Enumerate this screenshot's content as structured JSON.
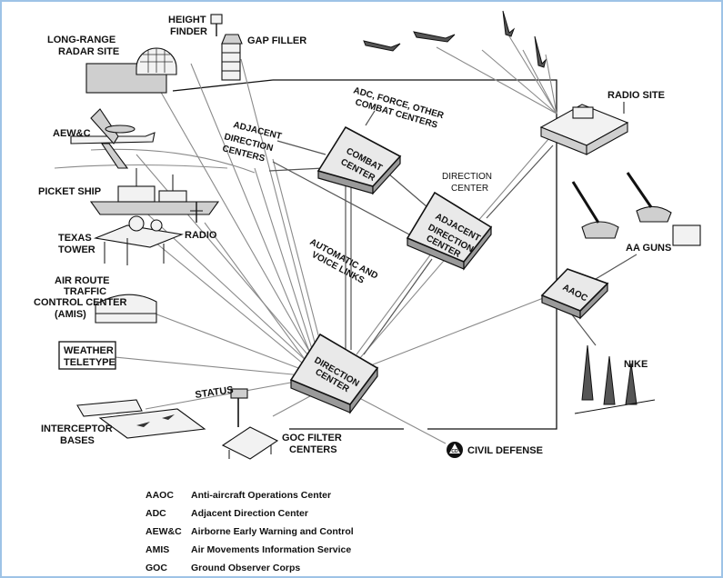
{
  "labels": {
    "long_range_radar_line1": "LONG-RANGE",
    "long_range_radar_line2": "RADAR SITE",
    "height_finder_line1": "HEIGHT",
    "height_finder_line2": "FINDER",
    "gap_filler": "GAP FILLER",
    "aewc": "AEW&C",
    "picket_ship": "PICKET SHIP",
    "texas_tower_line1": "TEXAS",
    "texas_tower_line2": "TOWER",
    "radio": "RADIO",
    "air_route_line1": "AIR ROUTE",
    "air_route_line2": "TRAFFIC",
    "air_route_line3": "CONTROL CENTER",
    "air_route_line4": "(AMIS)",
    "weather_line1": "WEATHER",
    "weather_line2": "TELETYPE",
    "interceptor_line1": "INTERCEPTOR",
    "interceptor_line2": "BASES",
    "status": "STATUS",
    "goc_line1": "GOC FILTER",
    "goc_line2": "CENTERS",
    "civil_defense": "CIVIL DEFENSE",
    "cd_emblem": "CD",
    "adc_force_line1": "ADC, FORCE, OTHER",
    "adc_force_line2": "COMBAT CENTERS",
    "adjacent_left_line1": "ADJACENT",
    "adjacent_left_line2": "DIRECTION",
    "adjacent_left_line3": "CENTERS",
    "combat_center_line1": "COMBAT",
    "combat_center_line2": "CENTER",
    "direction_center_area_line1": "DIRECTION",
    "direction_center_area_line2": "CENTER",
    "adjacent_box_line1": "ADJACENT",
    "adjacent_box_line2": "DIRECTION",
    "adjacent_box_line3": "CENTER",
    "auto_voice_line1": "AUTOMATIC AND",
    "auto_voice_line2": "VOICE LINKS",
    "direction_box_line1": "DIRECTION",
    "direction_box_line2": "CENTER",
    "radio_site": "RADIO SITE",
    "aa_guns": "AA GUNS",
    "aaoc_box": "AAOC",
    "nike": "NIKE"
  },
  "legend": [
    {
      "abbr": "AAOC",
      "definition": "Anti-aircraft Operations Center"
    },
    {
      "abbr": "ADC",
      "definition": "Adjacent Direction Center"
    },
    {
      "abbr": "AEW&C",
      "definition": "Airborne Early Warning and Control"
    },
    {
      "abbr": "AMIS",
      "definition": "Air Movements Information Service"
    },
    {
      "abbr": "GOC",
      "definition": "Ground Observer Corps"
    }
  ],
  "colors": {
    "line": "#111111",
    "link": "#8a8a8a",
    "box_top": "#e9e9e9",
    "box_side": "#9a9a9a",
    "page_border": "#9ec3e6"
  }
}
